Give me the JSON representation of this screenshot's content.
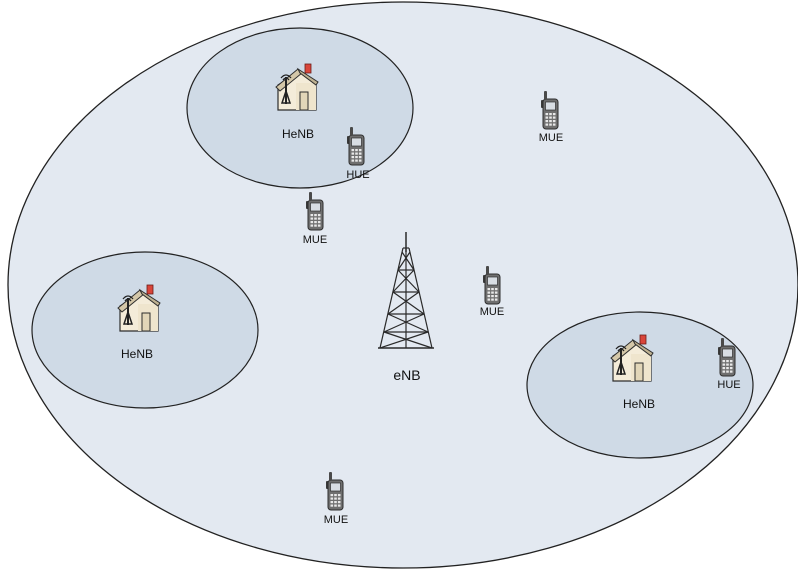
{
  "colors": {
    "macro_cell_fill": "#e3e9f1",
    "femto_cell_fill": "#cfdae6",
    "outline": "#222222",
    "roof_chimney": "#d9453a"
  },
  "macro": {
    "label": "eNB",
    "icon": "cell-tower-icon"
  },
  "femtocells": [
    {
      "label": "HeNB",
      "icon": "home-base-station-icon"
    },
    {
      "label": "HeNB",
      "icon": "home-base-station-icon"
    },
    {
      "label": "HeNB",
      "icon": "home-base-station-icon"
    }
  ],
  "user_equipment": [
    {
      "label": "MUE",
      "icon": "mobile-phone-icon"
    },
    {
      "label": "HUE",
      "icon": "mobile-phone-icon"
    },
    {
      "label": "MUE",
      "icon": "mobile-phone-icon"
    },
    {
      "label": "MUE",
      "icon": "mobile-phone-icon"
    },
    {
      "label": "HUE",
      "icon": "mobile-phone-icon"
    },
    {
      "label": "MUE",
      "icon": "mobile-phone-icon"
    }
  ]
}
